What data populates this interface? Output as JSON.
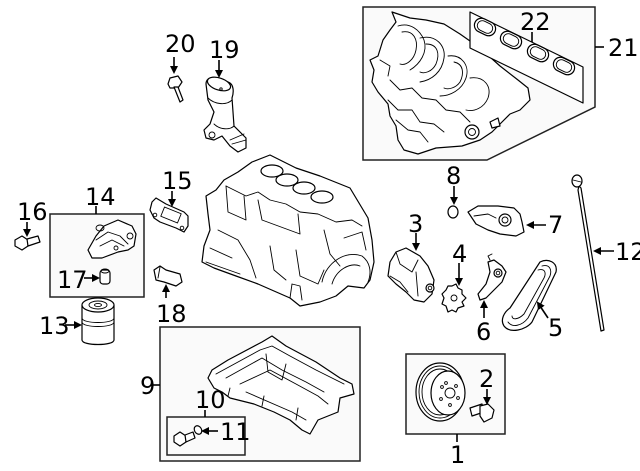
{
  "diagram": {
    "type": "exploded-parts-diagram",
    "subject": "engine block and related components",
    "colors": {
      "line": "#000000",
      "background": "#ffffff",
      "box_fill": "#fafafa"
    },
    "callouts": [
      {
        "id": "1",
        "text": "1",
        "part": "crankshaft pulley assembly (boxed group)"
      },
      {
        "id": "2",
        "text": "2",
        "part": "pulley bolt"
      },
      {
        "id": "3",
        "text": "3",
        "part": "oil pump"
      },
      {
        "id": "4",
        "text": "4",
        "part": "oil pump sprocket"
      },
      {
        "id": "5",
        "text": "5",
        "part": "oil pump chain"
      },
      {
        "id": "6",
        "text": "6",
        "part": "chain tensioner"
      },
      {
        "id": "7",
        "text": "7",
        "part": "cover / housing"
      },
      {
        "id": "8",
        "text": "8",
        "part": "o-ring"
      },
      {
        "id": "9",
        "text": "9",
        "part": "oil pan (boxed group)"
      },
      {
        "id": "10",
        "text": "10",
        "part": "drain plug kit"
      },
      {
        "id": "11",
        "text": "11",
        "part": "drain plug gasket"
      },
      {
        "id": "12",
        "text": "12",
        "part": "dipstick"
      },
      {
        "id": "13",
        "text": "13",
        "part": "oil filter"
      },
      {
        "id": "14",
        "text": "14",
        "part": "oil filter adapter (boxed group)"
      },
      {
        "id": "15",
        "text": "15",
        "part": "adapter gasket"
      },
      {
        "id": "16",
        "text": "16",
        "part": "adapter bolt"
      },
      {
        "id": "17",
        "text": "17",
        "part": "filter stud / nipple"
      },
      {
        "id": "18",
        "text": "18",
        "part": "oil pressure sensor"
      },
      {
        "id": "19",
        "text": "19",
        "part": "variable valve timing solenoid"
      },
      {
        "id": "20",
        "text": "20",
        "part": "solenoid bolt"
      },
      {
        "id": "21",
        "text": "21",
        "part": "intake manifold (boxed group)"
      },
      {
        "id": "22",
        "text": "22",
        "part": "intake manifold gaskets"
      }
    ]
  }
}
